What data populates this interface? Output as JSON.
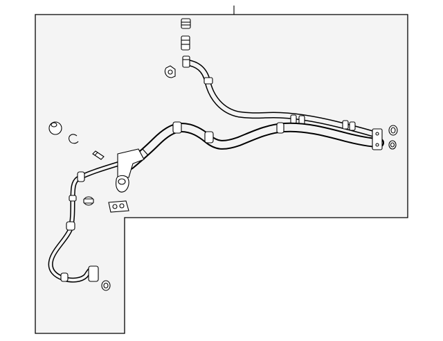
{
  "diagram": {
    "background_color": "#ffffff",
    "panel_fill": "#f4f4f4",
    "line_color": "#000000",
    "parts": [
      "callout-leader",
      "panel-outline",
      "upper-pressure-line",
      "suction-line",
      "liquid-line",
      "charge-valve-cap-upper",
      "charge-valve-core-upper",
      "service-port-upper",
      "mount-clip-upper",
      "charge-valve-cap-left",
      "snap-ring",
      "valve-core-left",
      "service-port-lower",
      "hose-clamp",
      "block-fitting",
      "o-ring-upper",
      "o-ring-lower",
      "o-ring-bottom",
      "fitting-flange-right"
    ]
  }
}
